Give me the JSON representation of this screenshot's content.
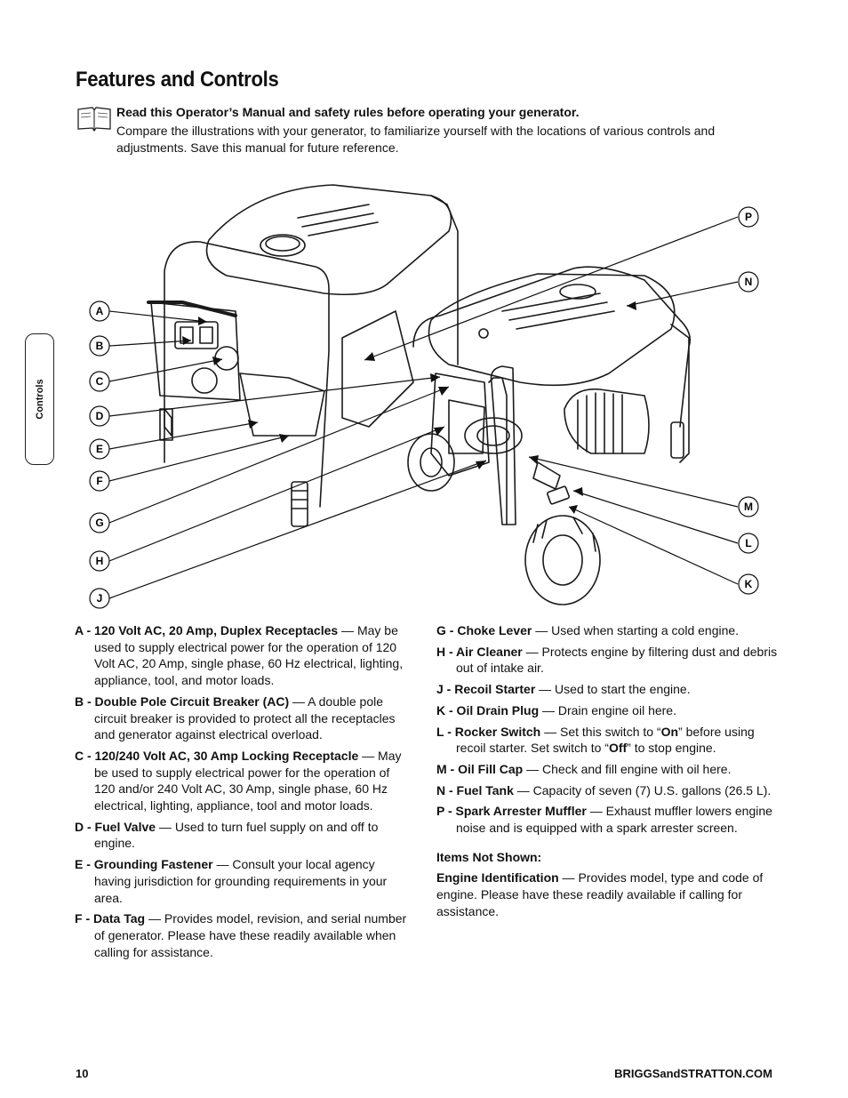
{
  "page": {
    "title": "Features and Controls",
    "side_tab": "Controls",
    "page_number": "10",
    "website": "BRIGGSandSTRATTON.COM"
  },
  "intro": {
    "icon": "manual-book-icon",
    "bold_line": "Read this Operator’s Manual and safety rules before operating your generator.",
    "text": "Compare the illustrations with your generator, to familiarize yourself with the locations of various controls and adjustments. Save this manual for future reference."
  },
  "diagram": {
    "left_callouts": [
      "A",
      "B",
      "C",
      "D",
      "E",
      "F",
      "G",
      "H",
      "J"
    ],
    "right_callouts": [
      "P",
      "N",
      "M",
      "L",
      "K"
    ]
  },
  "features_left": [
    {
      "term": "A - 120 Volt AC, 20 Amp, Duplex Receptacles",
      "desc": " — May be used to supply electrical power for the operation of 120 Volt AC, 20 Amp, single phase, 60 Hz electrical, lighting, appliance, tool, and motor loads."
    },
    {
      "term": "B - Double Pole Circuit Breaker (AC)",
      "desc": " — A double pole circuit breaker is provided to protect all the receptacles and generator against electrical overload."
    },
    {
      "term": "C - 120/240 Volt AC, 30 Amp Locking Receptacle",
      "desc": " — May be used to supply electrical power for the operation of 120 and/or 240 Volt AC, 30 Amp, single phase, 60 Hz electrical, lighting, appliance, tool and motor loads."
    },
    {
      "term": "D - Fuel Valve",
      "desc": " — Used to turn fuel supply on and off to engine."
    },
    {
      "term": "E - Grounding Fastener",
      "desc": " — Consult your local agency having jurisdiction for grounding requirements in your area."
    },
    {
      "term": "F - Data Tag",
      "desc": " — Provides model, revision, and serial number of generator. Please have these readily available when calling for assistance."
    }
  ],
  "features_right": [
    {
      "term": "G - Choke Lever",
      "desc": " — Used when starting a cold engine."
    },
    {
      "term": "H - Air Cleaner",
      "desc": " — Protects engine by filtering dust and debris out of intake air."
    },
    {
      "term": "J - Recoil Starter",
      "desc": " — Used to start the engine."
    },
    {
      "term": "K - Oil Drain Plug",
      "desc": " — Drain engine oil here."
    },
    {
      "term": "M - Oil Fill Cap",
      "desc": " — Check and fill engine with oil here."
    },
    {
      "term": "N - Fuel Tank",
      "desc": " — Capacity of seven (7) U.S. gallons (26.5 L)."
    },
    {
      "term": "P - Spark Arrester Muffler",
      "desc": " — Exhaust muffler lowers engine noise and is equipped with a spark arrester screen."
    }
  ],
  "rocker_switch": {
    "term": "L - Rocker Switch",
    "desc_1": " — Set this switch to “",
    "on": "On",
    "desc_2": "” before using recoil starter. Set switch to “",
    "off": "Off",
    "desc_3": "” to stop engine."
  },
  "not_shown": {
    "heading": "Items Not Shown:",
    "term": "Engine Identification",
    "desc": " — Provides model, type and code of engine. Please have these readily available if calling for assistance."
  }
}
